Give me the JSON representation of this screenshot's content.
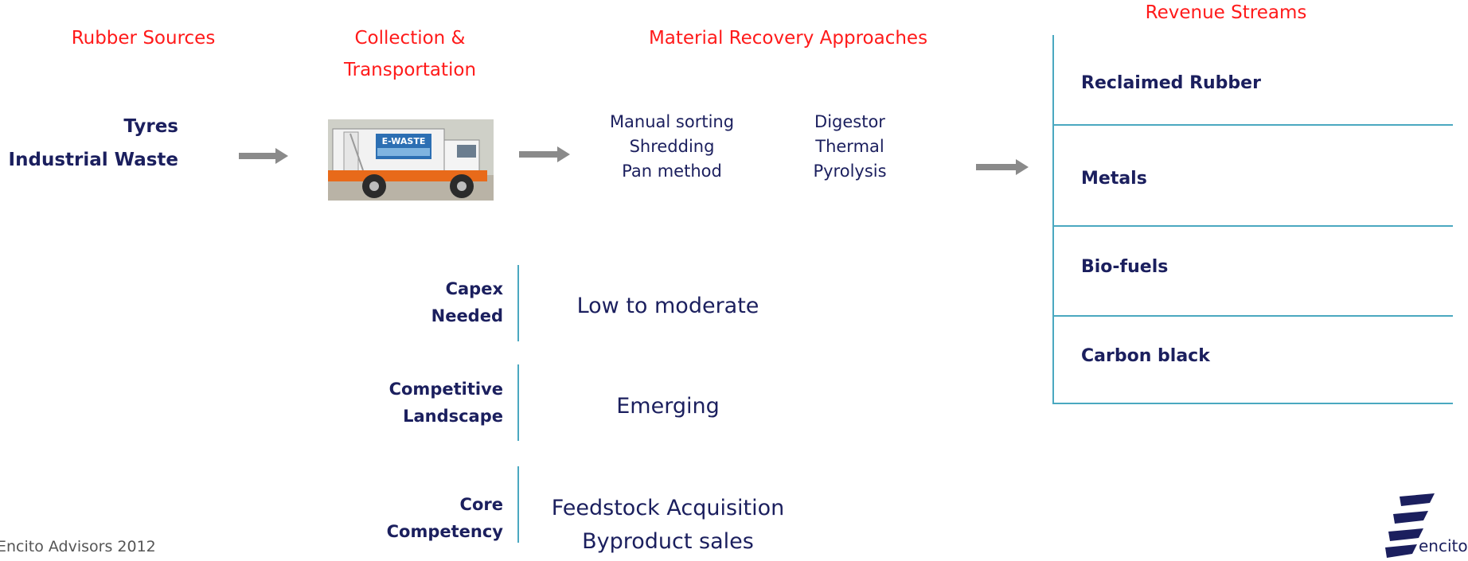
{
  "headers": {
    "sources": "Rubber Sources",
    "collection": "Collection &\nTransportation",
    "recovery": "Material Recovery Approaches",
    "revenue": "Revenue Streams"
  },
  "sources": [
    "Tyres",
    "Industrial Waste"
  ],
  "truck_image": {
    "label": "E-WASTE"
  },
  "methods_left": [
    "Manual sorting",
    "Shredding",
    "Pan method"
  ],
  "methods_right": [
    "Digestor",
    "Thermal",
    "Pyrolysis"
  ],
  "revenue_streams": [
    "Reclaimed Rubber",
    "Metals",
    "Bio-fuels",
    "Carbon black"
  ],
  "metrics": [
    {
      "label": "Capex\nNeeded",
      "value": "Low to moderate"
    },
    {
      "label": "Competitive\nLandscape",
      "value": "Emerging"
    },
    {
      "label": "Core\nCompetency",
      "value": "Feedstock Acquisition\nByproduct sales"
    }
  ],
  "footer": {
    "copyright": "Encito Advisors 2012",
    "logo_text": "encito"
  },
  "colors": {
    "header": "#ff1a1a",
    "text": "#1b1f5e",
    "rule": "#4aa8c0",
    "arrow": "#8a8a8a"
  }
}
